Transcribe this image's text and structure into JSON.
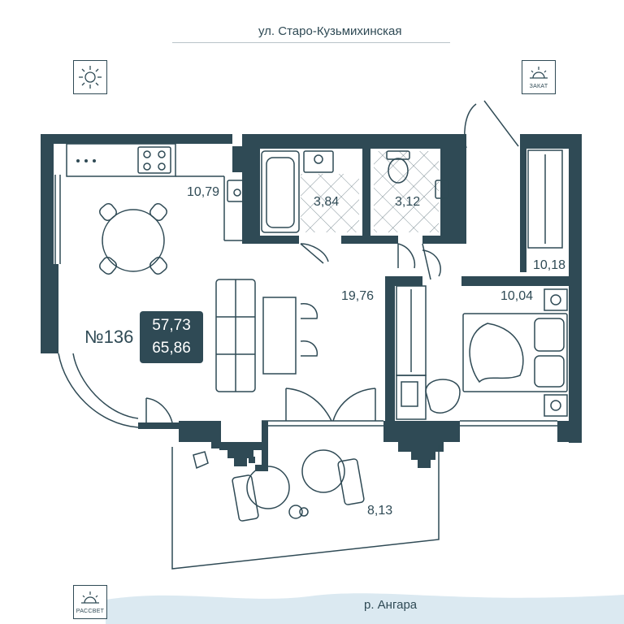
{
  "street": "ул. Старо-Кузьмихинская",
  "river": "р. Ангара",
  "icons": {
    "sun": "sun-icon",
    "sunset": {
      "name": "sunset-icon",
      "caption": "ЗАКАТ"
    },
    "sunrise": {
      "name": "sunrise-icon",
      "caption": "РАССВЕТ"
    }
  },
  "apartment": {
    "number": "№136",
    "living_area": "57,73",
    "total_area": "65,86"
  },
  "rooms": {
    "kitchen": "10,79",
    "bathroom": "3,84",
    "toilet": "3,12",
    "hall": "10,18",
    "living": "19,76",
    "bedroom": "10,04",
    "balcony": "8,13"
  },
  "colors": {
    "wall": "#2f4a55",
    "line": "#2f4a55",
    "water": "#dbe9f1"
  }
}
